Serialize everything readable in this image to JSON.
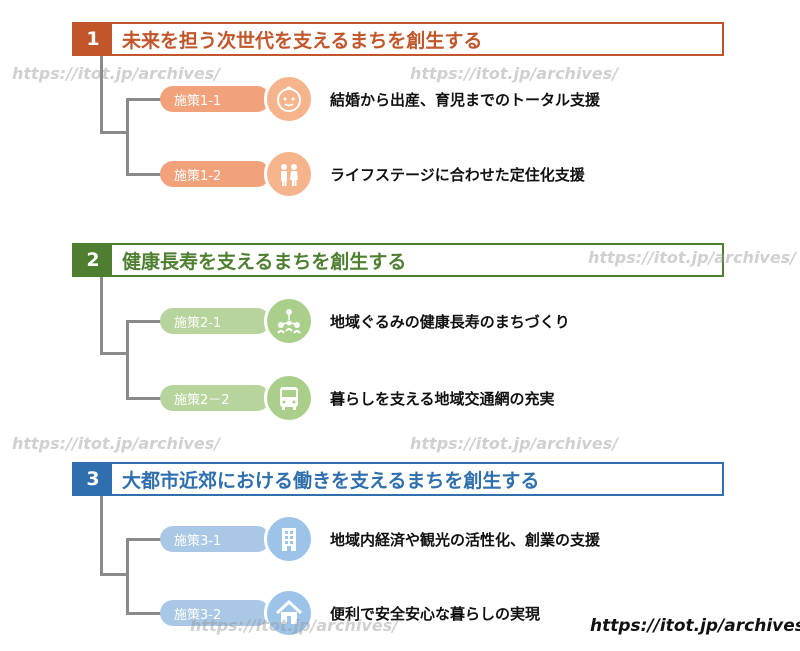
{
  "goals": [
    {
      "number": "1",
      "title": "未来を担う次世代を支えるまちを創生する",
      "color": "#c0562a",
      "pill_color": "#f2a27a",
      "icon_color": "#f5b48c",
      "measures": [
        {
          "id": "施策1-1",
          "label": "結婚から出産、育児までのトータル支援",
          "icon": "baby-face-icon"
        },
        {
          "id": "施策1-2",
          "label": "ライフステージに合わせた定住化支援",
          "icon": "family-icon"
        }
      ]
    },
    {
      "number": "2",
      "title": "健康長寿を支えるまちを創生する",
      "color": "#4e7f30",
      "pill_color": "#b7d49c",
      "icon_color": "#a9cf8a",
      "measures": [
        {
          "id": "施策2-1",
          "label": "地域ぐるみの健康長寿のまちづくり",
          "icon": "community-icon"
        },
        {
          "id": "施策2－2",
          "label": "暮らしを支える地域交通網の充実",
          "icon": "bus-icon"
        }
      ]
    },
    {
      "number": "3",
      "title": "大都市近郊における働きを支えるまちを創生する",
      "color": "#2f6fad",
      "pill_color": "#a8c8e6",
      "icon_color": "#9cc3e8",
      "measures": [
        {
          "id": "施策3-1",
          "label": "地域内経済や観光の活性化、創業の支援",
          "icon": "building-icon"
        },
        {
          "id": "施策3-2",
          "label": "便利で安全安心な暮らしの実現",
          "icon": "house-icon"
        }
      ]
    }
  ],
  "watermark": "https://itot.jp/archives/"
}
